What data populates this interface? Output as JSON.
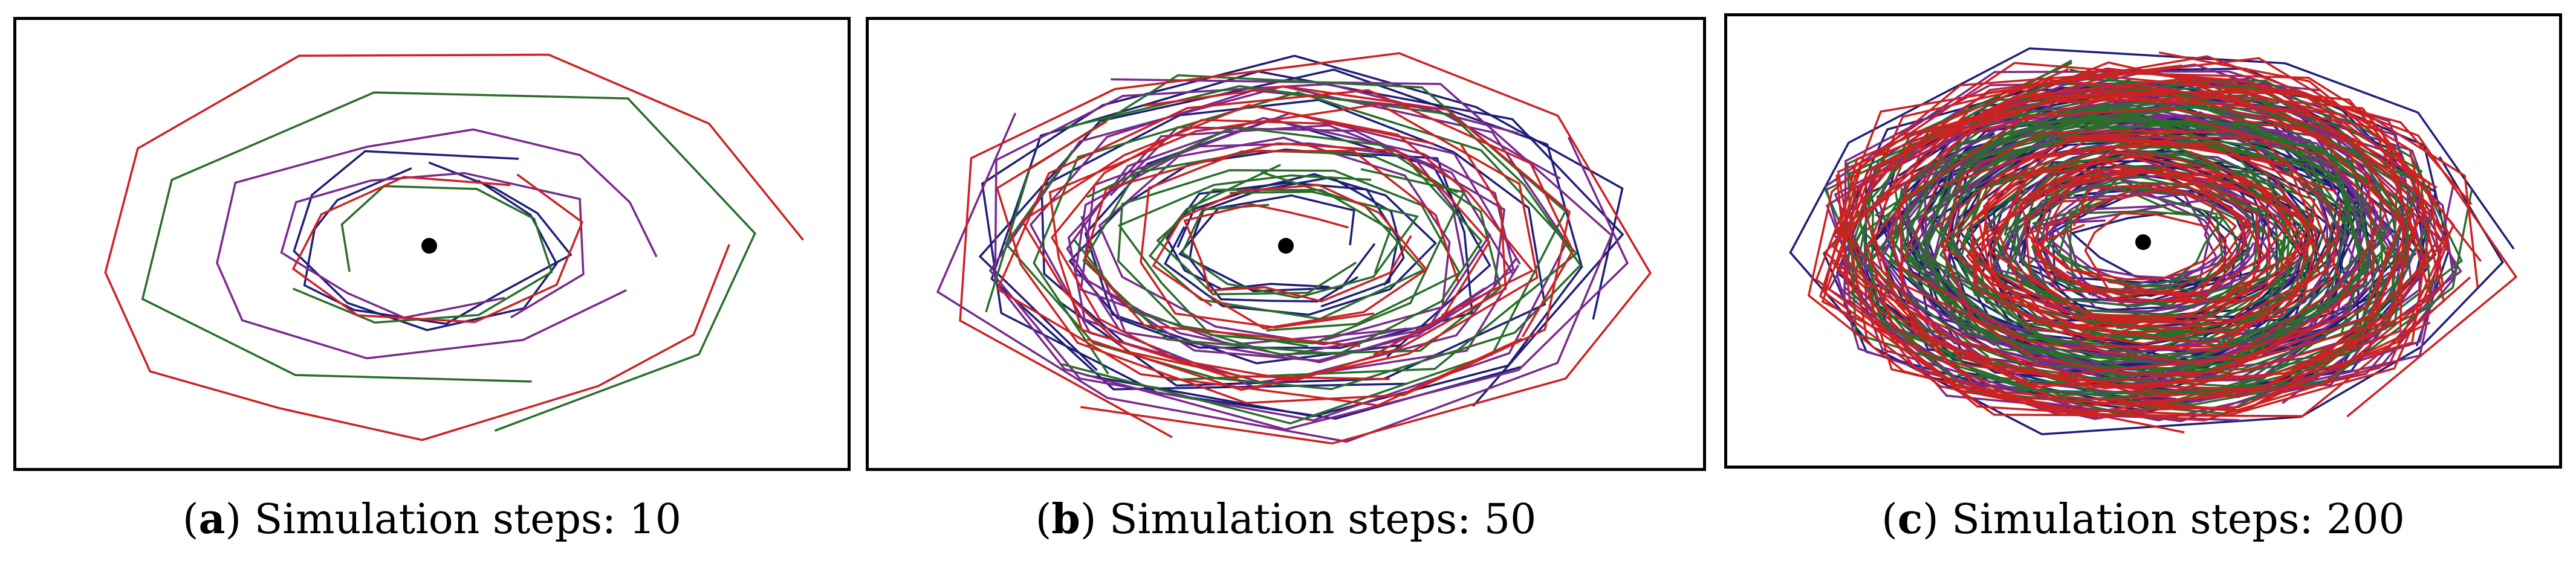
{
  "chart_data": [
    {
      "type": "line",
      "panel_label": "a",
      "caption_text": "Simulation steps: 10",
      "steps": 10,
      "center_marker": "black-dot",
      "grid": false,
      "axes_visible": false,
      "series_colors": [
        "#1f1f7a",
        "#7a2a8c",
        "#2a6e2a",
        "#cc2222"
      ]
    },
    {
      "type": "line",
      "panel_label": "b",
      "caption_text": "Simulation steps: 50",
      "steps": 50,
      "center_marker": "black-dot",
      "grid": false,
      "axes_visible": false,
      "series_colors": [
        "#1f1f7a",
        "#7a2a8c",
        "#2a6e2a",
        "#cc2222"
      ]
    },
    {
      "type": "line",
      "panel_label": "c",
      "caption_text": "Simulation steps: 200",
      "steps": 200,
      "center_marker": "black-dot",
      "grid": false,
      "axes_visible": false,
      "series_colors": [
        "#1f1f7a",
        "#7a2a8c",
        "#2a6e2a",
        "#cc2222"
      ]
    }
  ]
}
